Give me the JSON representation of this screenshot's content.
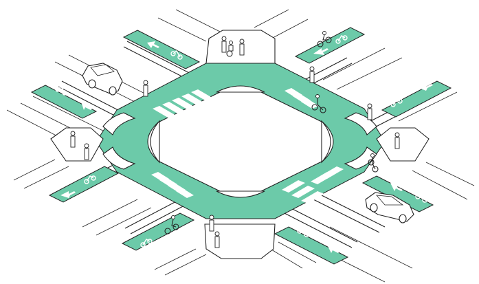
{
  "diagram": {
    "colors": {
      "green": "#6ccaa9",
      "lines": "#222222",
      "background": "#ffffff"
    },
    "elements": {
      "bike_lanes": 8,
      "crosswalks": 4,
      "corner_islands": 4,
      "pedestrian_plazas": 4,
      "cars": 2,
      "cyclists": 4,
      "wheelchair_users": 1
    },
    "icons": [
      "bike-lane-marking-icon",
      "arrow-icon",
      "pedestrian-icon",
      "cyclist-icon",
      "car-icon",
      "wheelchair-icon"
    ]
  }
}
